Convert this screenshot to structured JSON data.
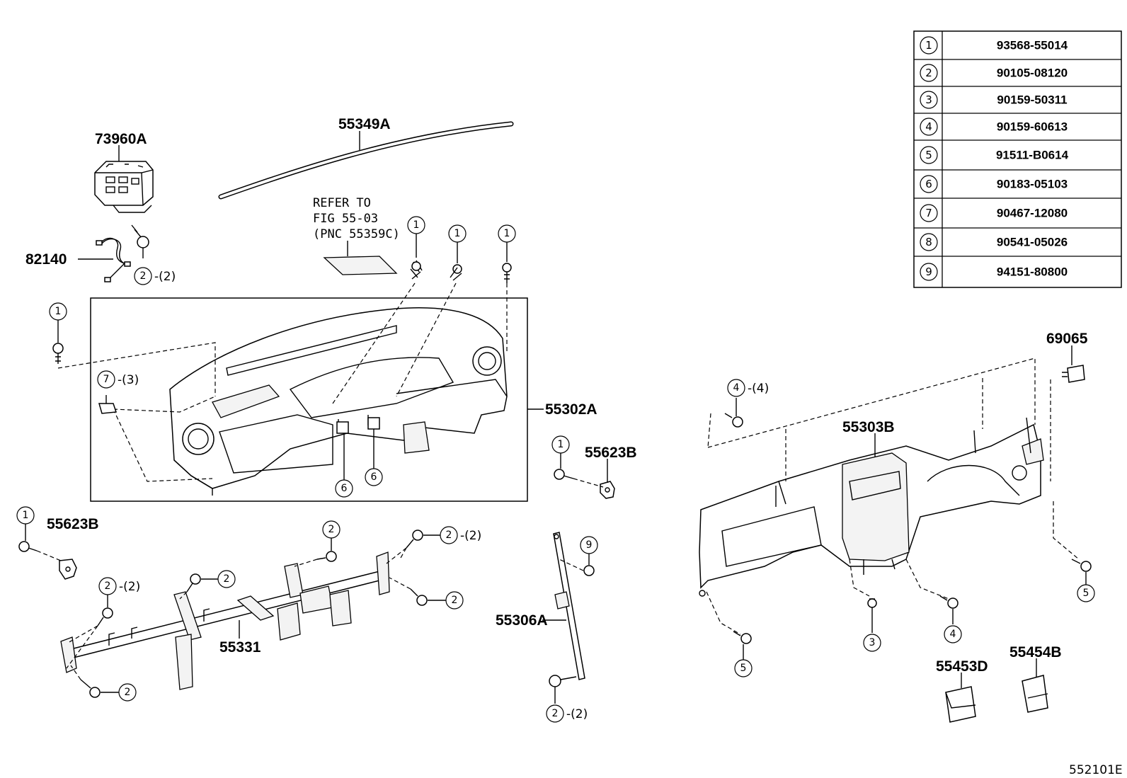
{
  "figure_code": "552101E",
  "parts_table": [
    {
      "key": "1",
      "part": "93568-55014"
    },
    {
      "key": "2",
      "part": "90105-08120"
    },
    {
      "key": "3",
      "part": "90159-50311"
    },
    {
      "key": "4",
      "part": "90159-60613"
    },
    {
      "key": "5",
      "part": "91511-B0614"
    },
    {
      "key": "6",
      "part": "90183-05103"
    },
    {
      "key": "7",
      "part": "90467-12080"
    },
    {
      "key": "8",
      "part": "90541-05026"
    },
    {
      "key": "9",
      "part": "94151-80800"
    }
  ],
  "labels": {
    "p73960A": "73960A",
    "p55349A": "55349A",
    "p82140": "82140",
    "p55302A": "55302A",
    "p55623B_right": "55623B",
    "p55623B_left": "55623B",
    "p55331": "55331",
    "p55306A": "55306A",
    "p69065": "69065",
    "p55303B": "55303B",
    "p55453D": "55453D",
    "p55454B": "55454B"
  },
  "note": {
    "line1": "REFER TO",
    "line2": "FIG 55-03",
    "line3": "(PNC 55359C)"
  },
  "callouts": {
    "c_bolt_82140": {
      "num": "2",
      "qty": "-(2)"
    },
    "c_top_1a": {
      "num": "1"
    },
    "c_top_1b": {
      "num": "1"
    },
    "c_top_1c": {
      "num": "1"
    },
    "c_left_1": {
      "num": "1"
    },
    "c_7_3": {
      "num": "7",
      "qty": "-(3)"
    },
    "c_6a": {
      "num": "6"
    },
    "c_6b": {
      "num": "6"
    },
    "c_right_1": {
      "num": "1"
    },
    "c_left_1b": {
      "num": "1"
    },
    "c_2_top": {
      "num": "2"
    },
    "c_2_2_top": {
      "num": "2",
      "qty": "-(2)"
    },
    "c_2_mid": {
      "num": "2"
    },
    "c_2_2_left": {
      "num": "2",
      "qty": "-(2)"
    },
    "c_2_right": {
      "num": "2"
    },
    "c_2_bottom": {
      "num": "2"
    },
    "c_9": {
      "num": "9"
    },
    "c_2_2_bottom": {
      "num": "2",
      "qty": "-(2)"
    },
    "c_4_4": {
      "num": "4",
      "qty": "-(4)"
    },
    "c_5_right": {
      "num": "5"
    },
    "c_5_bottom": {
      "num": "5"
    },
    "c_3": {
      "num": "3"
    },
    "c_4": {
      "num": "4"
    }
  }
}
